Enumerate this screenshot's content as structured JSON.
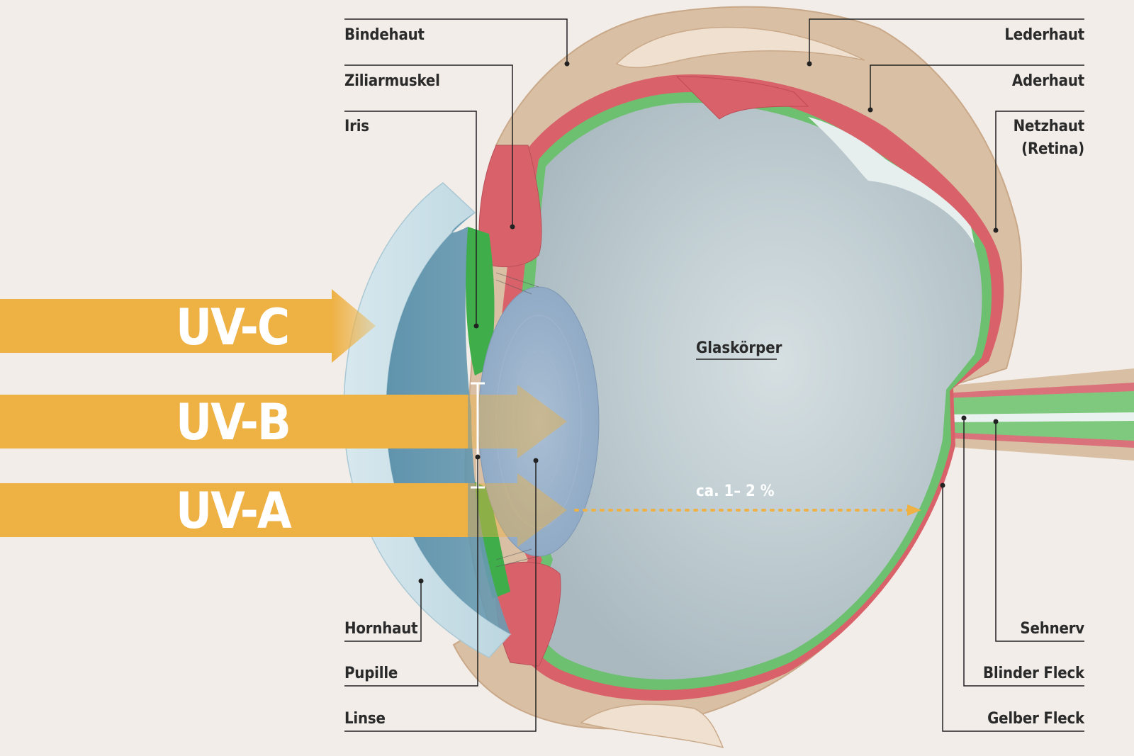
{
  "labels": {
    "bindehaut": "Bindehaut",
    "ziliarmuskel": "Ziliarmuskel",
    "iris": "Iris",
    "lederhaut": "Lederhaut",
    "aderhaut": "Aderhaut",
    "netzhaut_line1": "Netzhaut",
    "netzhaut_line2": "(Retina)",
    "hornhaut": "Hornhaut",
    "pupille": "Pupille",
    "linse": "Linse",
    "sehnerv": "Sehnerv",
    "blinder_fleck": "Blinder Fleck",
    "gelber_fleck": "Gelber Fleck",
    "glaskoerper": "Glaskörper",
    "percent": "ca. 1– 2 %"
  },
  "rays": {
    "uvc": "UV-C",
    "uvb": "UV-B",
    "uva": "UV-A"
  },
  "colors": {
    "background": "#f2ede8",
    "ray": "#eeb144",
    "sclera": "#d9bfa3",
    "choroid": "#d9626a",
    "retina": "#6cc06f",
    "vitreous": "#b9c6cc",
    "cornea": "#cfe3ea",
    "lens": "#8fa9c6"
  }
}
